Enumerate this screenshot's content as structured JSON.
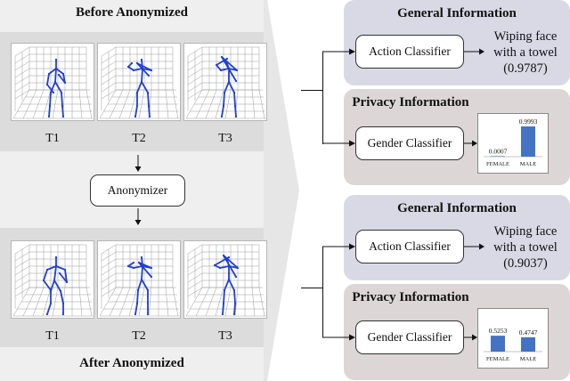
{
  "before": {
    "title": "Before Anonymized",
    "frames": [
      "T1",
      "T2",
      "T3"
    ]
  },
  "anonymizer": {
    "label": "Anonymizer"
  },
  "after": {
    "title": "After Anonymized",
    "frames": [
      "T1",
      "T2",
      "T3"
    ]
  },
  "top": {
    "general_title": "General Information",
    "action_classifier": "Action Classifier",
    "action_result_line1": "Wiping face",
    "action_result_line2": "with a towel",
    "action_confidence": "(0.9787)",
    "privacy_title": "Privacy Information",
    "gender_classifier": "Gender Classifier",
    "chart_data": {
      "type": "bar",
      "categories": [
        "FEMALE",
        "MALE"
      ],
      "values": [
        0.0007,
        0.9993
      ],
      "value_labels": [
        "0.0007",
        "0.9993"
      ],
      "ylim": [
        0,
        1
      ],
      "bar_color": "#4472c4"
    }
  },
  "bottom": {
    "general_title": "General Information",
    "action_classifier": "Action Classifier",
    "action_result_line1": "Wiping face",
    "action_result_line2": "with a towel",
    "action_confidence": "(0.9037)",
    "privacy_title": "Privacy Information",
    "gender_classifier": "Gender Classifier",
    "chart_data": {
      "type": "bar",
      "categories": [
        "FEMALE",
        "MALE"
      ],
      "values": [
        0.5253,
        0.4747
      ],
      "value_labels": [
        "0.5253",
        "0.4747"
      ],
      "ylim": [
        0,
        1
      ],
      "bar_color": "#4472c4"
    }
  }
}
